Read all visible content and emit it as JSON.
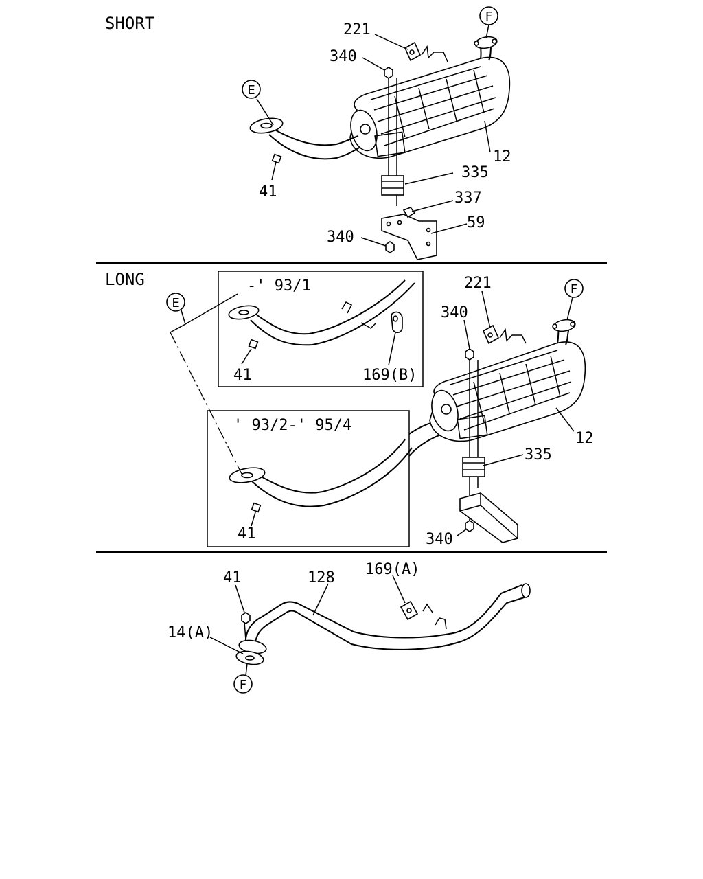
{
  "sections": {
    "short": "SHORT",
    "long": "LONG"
  },
  "insets": {
    "early": "-' 93/1",
    "mid": "' 93/2-' 95/4"
  },
  "labels": {
    "s_221": "221",
    "s_340_top": "340",
    "s_41": "41",
    "s_12": "12",
    "s_335": "335",
    "s_337": "337",
    "s_59": "59",
    "s_340_bottom": "340",
    "l_221": "221",
    "l_340_top": "340",
    "l_41_inset1": "41",
    "l_169b": "169(B)",
    "l_12": "12",
    "l_335": "335",
    "l_41_inset2": "41",
    "l_340_bottom": "340",
    "p_41": "41",
    "p_128": "128",
    "p_169a": "169(A)",
    "p_14a": "14(A)"
  },
  "refs": {
    "s_F": "F",
    "s_E": "E",
    "l_E": "E",
    "l_F": "F",
    "p_F": "F"
  }
}
